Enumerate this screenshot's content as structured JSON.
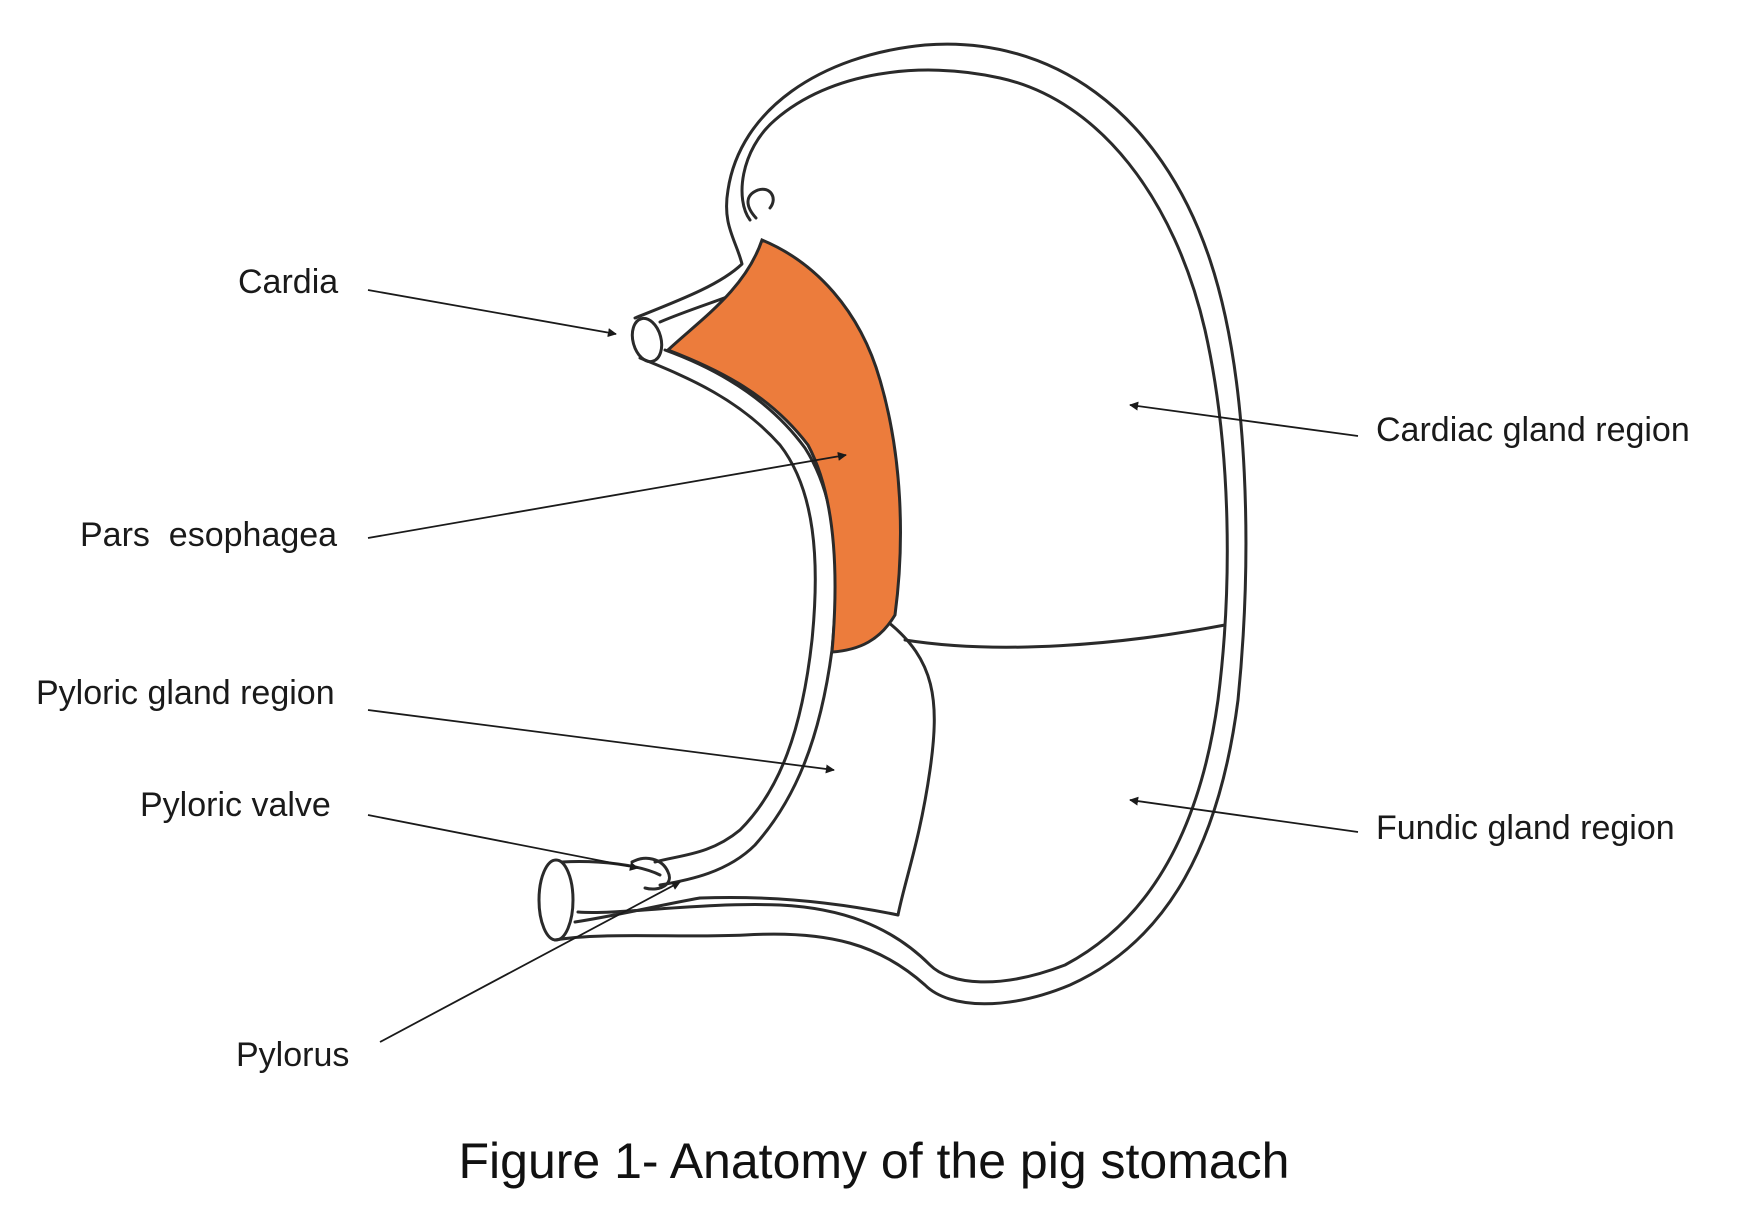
{
  "caption": "Figure 1- Anatomy of the pig stomach",
  "labels": {
    "cardia": "Cardia",
    "pars_esophagea": "Pars  esophagea",
    "pyloric_gland_region": "Pyloric gland region",
    "pyloric_valve": "Pyloric valve",
    "pylorus": "Pylorus",
    "cardiac_gland_region": "Cardiac gland region",
    "fundic_gland_region": "Fundic gland region"
  },
  "colors": {
    "pars_esophagea_fill": "#ec7c3c",
    "outline": "#2a2a2a",
    "text": "#1a1a1a"
  }
}
